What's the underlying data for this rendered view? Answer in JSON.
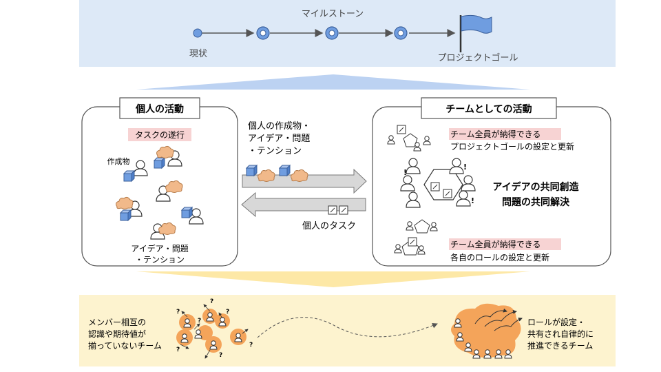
{
  "top": {
    "milestone_label": "マイルストーン",
    "current_label": "現状",
    "goal_label": "プロジェクトゴール"
  },
  "individual": {
    "title": "個人の活動",
    "task_label": "タスクの遂行",
    "artifact_label": "作成物",
    "bottom_line1": "アイデア・問題",
    "bottom_line2": "・テンション"
  },
  "exchange": {
    "up_line1": "個人の作成物・",
    "up_line2": "アイデア・問題",
    "up_line3": "・テンション",
    "down_label": "個人のタスク"
  },
  "team": {
    "title": "チームとしての活動",
    "consensus1": "チーム全員が納得できる",
    "goal_setting": "プロジェクトゴールの設定と更新",
    "center_line1": "アイデアの共同創造",
    "center_line2": "問題の共同解決",
    "consensus2": "チーム全員が納得できる",
    "role_setting": "各自のロールの設定と更新"
  },
  "bottom": {
    "left_line1": "メンバー相互の",
    "left_line2": "認識や期待値が",
    "left_line3": "揃っていないチーム",
    "right_line1": "ロールが設定・",
    "right_line2": "共有され自律的に",
    "right_line3": "推進できるチーム"
  },
  "colors": {
    "blue_band": "#dde9f7",
    "blue_trap": "#bcd2f2",
    "yellow_band": "#fdf3cf",
    "yellow_trap": "#fde8a6",
    "node_blue": "#6f9de0",
    "highlight_pink": "#f7d3d3",
    "orange_blob": "#f4a45a",
    "arrow_gray": "#cfcfcf"
  }
}
